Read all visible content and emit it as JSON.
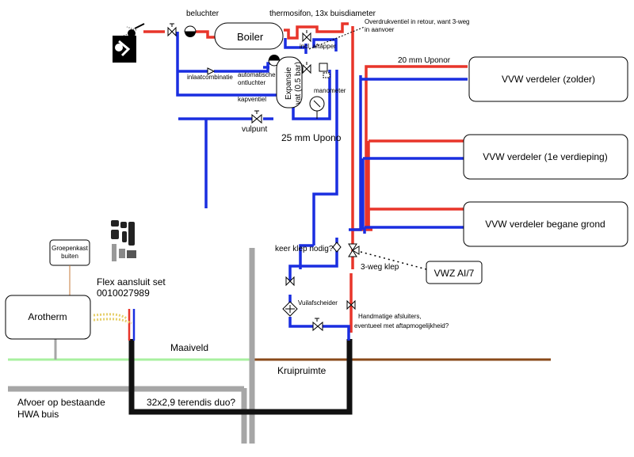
{
  "labels": {
    "boiler": "Boiler",
    "beluchter": "beluchter",
    "thermosifon": "thermosifon, 13x buisdiameter",
    "overdruk_line1": "Overdrukventiel in retour, want 3-weg",
    "overdruk_line2": "in aanvoer",
    "incl_aftapper": "incl. aftapper",
    "inlaatcombinatie": "inlaatcombinatie",
    "automatische_line1": "automatische",
    "automatische_line2": "ontluchter",
    "expansie": "Expansie",
    "vat": "vat (0.5 bar)",
    "kapventiel": "kapventiel",
    "manometer": "manometer",
    "vulpunt": "vulpunt",
    "uponor20": "20 mm Uponor",
    "uponor25": "25 mm Upono",
    "keer_klep": "keer klep nodig?",
    "drieweg_klep": "3-weg klep",
    "vuilafscheider": "Vuilafscheider",
    "handmatige_line1": "Handmatige afsluiters,",
    "handmatige_line2": "eventueel met aftapmogelijkheid?",
    "flex_line1": "Flex aansluit set",
    "flex_line2": "0010027989",
    "groepenkast_line1": "Groepenkast",
    "groepenkast_line2": "buiten",
    "maaiveld": "Maaiveld",
    "kruipruimte": "Kruipruimte",
    "afvoer_line1": "Afvoer op bestaande",
    "afvoer_line2": "HWA buis",
    "terendis": "32x2,9 terendis duo?"
  },
  "boxes": {
    "zolder": "VVW verdeler (zolder)",
    "verdieping": "VVW verdeler (1e verdieping)",
    "begane_grond": "VVW verdeler begane grond",
    "vwz": "VWZ AI/7",
    "arotherm": "Arotherm"
  },
  "colors": {
    "supply": "#e8352a",
    "return": "#1a2ee0",
    "ground_line": "#a8f0a0",
    "crawlspace_line": "#8a4a1a",
    "drain_pipe": "#a6a6a6",
    "underground_pipe": "#111111",
    "flex_hose": "#e6cf6a"
  }
}
